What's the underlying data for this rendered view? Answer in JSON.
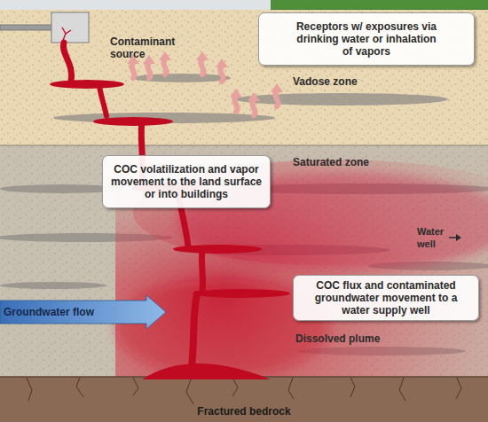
{
  "diagram": {
    "nodes": [
      {
        "text": [
          "Receptors w/ exposures via drinking water or inhalation of vapors"
        ]
      },
      {
        "text": [
          "COC volatilization and vapor movement to the land surface or into buildings"
        ]
      },
      {
        "text": [
          "COC flux and contaminated groundwater movement to a water supply well"
        ]
      }
    ],
    "labels": [
      "Contaminant source",
      "Vadose zone",
      "Saturated zone",
      "Water well",
      "Groundwater flow",
      "Dissolved plume",
      "Fractured bedrock"
    ]
  }
}
